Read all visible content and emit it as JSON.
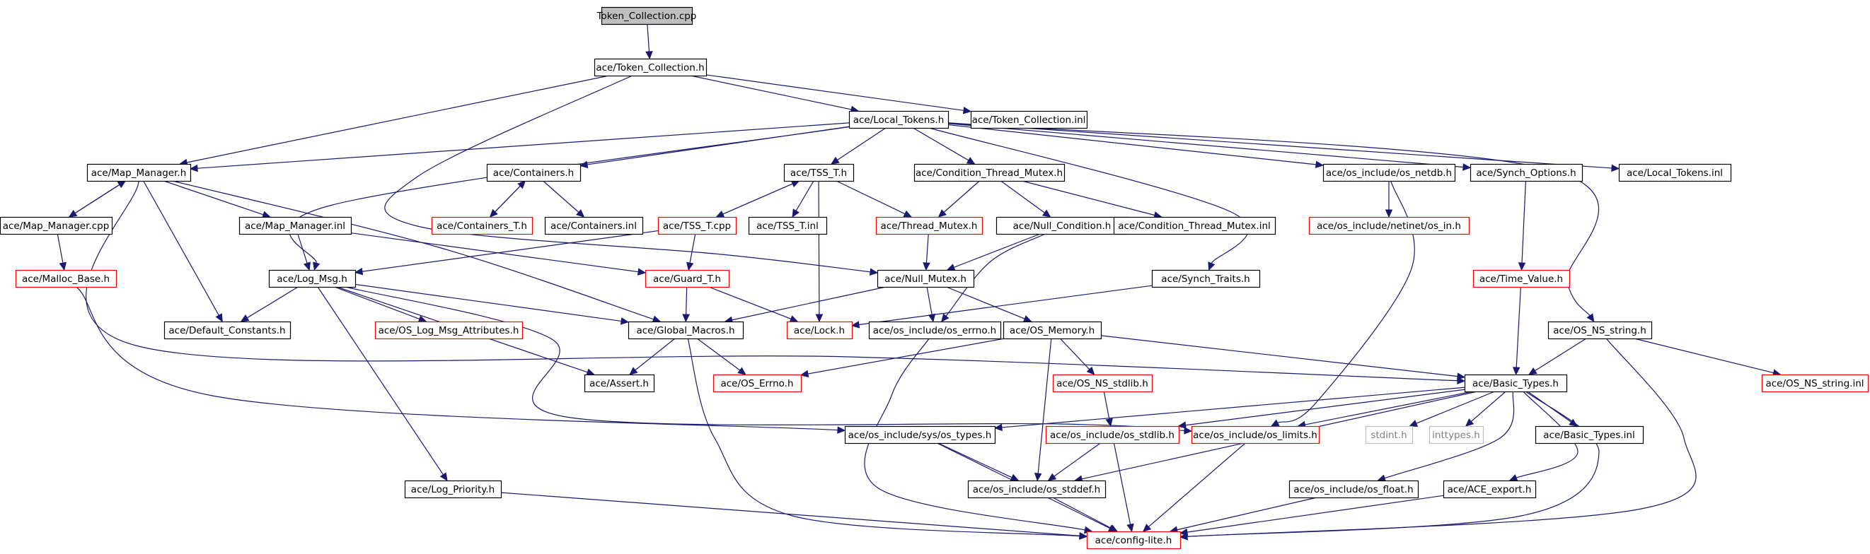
{
  "colors": {
    "edge": "#191970",
    "root_fill": "#bfbfbf",
    "border_normal": "#000000",
    "border_incomplete": "#ff0000",
    "border_external": "#bfbfbf",
    "text": "#000000",
    "text_external": "#808080"
  },
  "nodes": [
    {
      "id": "token_collection_cpp",
      "label": "Token_Collection.cpp",
      "kind": "root"
    },
    {
      "id": "token_collection_h",
      "label": "ace/Token_Collection.h",
      "kind": "normal"
    },
    {
      "id": "local_tokens_h",
      "label": "ace/Local_Tokens.h",
      "kind": "normal"
    },
    {
      "id": "token_collection_inl",
      "label": "ace/Token_Collection.inl",
      "kind": "normal"
    },
    {
      "id": "map_manager_h",
      "label": "ace/Map_Manager.h",
      "kind": "normal"
    },
    {
      "id": "containers_h",
      "label": "ace/Containers.h",
      "kind": "normal"
    },
    {
      "id": "tss_t_h",
      "label": "ace/TSS_T.h",
      "kind": "normal"
    },
    {
      "id": "condition_thread_mutex_h",
      "label": "ace/Condition_Thread_Mutex.h",
      "kind": "normal"
    },
    {
      "id": "os_netdb_h",
      "label": "ace/os_include/os_netdb.h",
      "kind": "normal"
    },
    {
      "id": "synch_options_h",
      "label": "ace/Synch_Options.h",
      "kind": "normal"
    },
    {
      "id": "local_tokens_inl",
      "label": "ace/Local_Tokens.inl",
      "kind": "normal"
    },
    {
      "id": "map_manager_cpp",
      "label": "ace/Map_Manager.cpp",
      "kind": "normal"
    },
    {
      "id": "map_manager_inl",
      "label": "ace/Map_Manager.inl",
      "kind": "normal"
    },
    {
      "id": "containers_t_h",
      "label": "ace/Containers_T.h",
      "kind": "incomplete"
    },
    {
      "id": "containers_inl",
      "label": "ace/Containers.inl",
      "kind": "normal"
    },
    {
      "id": "tss_t_cpp",
      "label": "ace/TSS_T.cpp",
      "kind": "incomplete"
    },
    {
      "id": "tss_t_inl",
      "label": "ace/TSS_T.inl",
      "kind": "normal"
    },
    {
      "id": "thread_mutex_h",
      "label": "ace/Thread_Mutex.h",
      "kind": "incomplete"
    },
    {
      "id": "null_condition_h",
      "label": "ace/Null_Condition.h",
      "kind": "normal"
    },
    {
      "id": "condition_thread_mutex_inl",
      "label": "ace/Condition_Thread_Mutex.inl",
      "kind": "normal"
    },
    {
      "id": "netinet_os_in_h",
      "label": "ace/os_include/netinet/os_in.h",
      "kind": "incomplete"
    },
    {
      "id": "malloc_base_h",
      "label": "ace/Malloc_Base.h",
      "kind": "incomplete"
    },
    {
      "id": "log_msg_h",
      "label": "ace/Log_Msg.h",
      "kind": "normal"
    },
    {
      "id": "guard_t_h",
      "label": "ace/Guard_T.h",
      "kind": "incomplete"
    },
    {
      "id": "null_mutex_h",
      "label": "ace/Null_Mutex.h",
      "kind": "normal"
    },
    {
      "id": "synch_traits_h",
      "label": "ace/Synch_Traits.h",
      "kind": "normal"
    },
    {
      "id": "time_value_h",
      "label": "ace/Time_Value.h",
      "kind": "incomplete"
    },
    {
      "id": "default_constants_h",
      "label": "ace/Default_Constants.h",
      "kind": "normal"
    },
    {
      "id": "os_log_msg_attributes_h",
      "label": "ace/OS_Log_Msg_Attributes.h",
      "kind": "incomplete"
    },
    {
      "id": "global_macros_h",
      "label": "ace/Global_Macros.h",
      "kind": "normal"
    },
    {
      "id": "lock_h",
      "label": "ace/Lock.h",
      "kind": "incomplete"
    },
    {
      "id": "os_errno_h",
      "label": "ace/os_include/os_errno.h",
      "kind": "normal"
    },
    {
      "id": "os_memory_h",
      "label": "ace/OS_Memory.h",
      "kind": "normal"
    },
    {
      "id": "os_ns_string_h",
      "label": "ace/OS_NS_string.h",
      "kind": "normal"
    },
    {
      "id": "assert_h",
      "label": "ace/Assert.h",
      "kind": "normal"
    },
    {
      "id": "os_errno_ace_h",
      "label": "ace/OS_Errno.h",
      "kind": "incomplete"
    },
    {
      "id": "os_ns_stdlib_h",
      "label": "ace/OS_NS_stdlib.h",
      "kind": "incomplete"
    },
    {
      "id": "basic_types_h",
      "label": "ace/Basic_Types.h",
      "kind": "normal"
    },
    {
      "id": "os_ns_string_inl",
      "label": "ace/OS_NS_string.inl",
      "kind": "incomplete"
    },
    {
      "id": "sys_os_types_h",
      "label": "ace/os_include/sys/os_types.h",
      "kind": "normal"
    },
    {
      "id": "os_stdlib_h",
      "label": "ace/os_include/os_stdlib.h",
      "kind": "incomplete"
    },
    {
      "id": "os_limits_h",
      "label": "ace/os_include/os_limits.h",
      "kind": "incomplete"
    },
    {
      "id": "stdint_h",
      "label": "stdint.h",
      "kind": "external"
    },
    {
      "id": "inttypes_h",
      "label": "inttypes.h",
      "kind": "external"
    },
    {
      "id": "basic_types_inl",
      "label": "ace/Basic_Types.inl",
      "kind": "normal"
    },
    {
      "id": "log_priority_h",
      "label": "ace/Log_Priority.h",
      "kind": "normal"
    },
    {
      "id": "os_stddef_h",
      "label": "ace/os_include/os_stddef.h",
      "kind": "normal"
    },
    {
      "id": "os_float_h",
      "label": "ace/os_include/os_float.h",
      "kind": "normal"
    },
    {
      "id": "ace_export_h",
      "label": "ace/ACE_export.h",
      "kind": "normal"
    },
    {
      "id": "config_lite_h",
      "label": "ace/config-lite.h",
      "kind": "incomplete"
    }
  ],
  "edges": [
    [
      "token_collection_cpp",
      "token_collection_h"
    ],
    [
      "token_collection_h",
      "map_manager_h"
    ],
    [
      "token_collection_h",
      "local_tokens_h"
    ],
    [
      "token_collection_h",
      "token_collection_inl"
    ],
    [
      "token_collection_h",
      "null_mutex_h"
    ],
    [
      "local_tokens_h",
      "map_manager_h"
    ],
    [
      "local_tokens_h",
      "containers_h"
    ],
    [
      "local_tokens_h",
      "tss_t_h"
    ],
    [
      "local_tokens_h",
      "condition_thread_mutex_h"
    ],
    [
      "local_tokens_h",
      "os_netdb_h"
    ],
    [
      "local_tokens_h",
      "synch_options_h"
    ],
    [
      "local_tokens_h",
      "local_tokens_inl"
    ],
    [
      "local_tokens_h",
      "log_msg_h"
    ],
    [
      "local_tokens_h",
      "synch_traits_h"
    ],
    [
      "local_tokens_h",
      "os_ns_string_h"
    ],
    [
      "map_manager_h",
      "map_manager_cpp"
    ],
    [
      "map_manager_cpp",
      "map_manager_h"
    ],
    [
      "map_manager_h",
      "map_manager_inl"
    ],
    [
      "map_manager_h",
      "default_constants_h"
    ],
    [
      "map_manager_h",
      "global_macros_h"
    ],
    [
      "map_manager_h",
      "basic_types_h"
    ],
    [
      "map_manager_cpp",
      "malloc_base_h"
    ],
    [
      "map_manager_inl",
      "log_msg_h"
    ],
    [
      "map_manager_inl",
      "guard_t_h"
    ],
    [
      "containers_h",
      "containers_t_h"
    ],
    [
      "containers_t_h",
      "containers_h"
    ],
    [
      "containers_h",
      "containers_inl"
    ],
    [
      "tss_t_h",
      "tss_t_cpp"
    ],
    [
      "tss_t_cpp",
      "tss_t_h"
    ],
    [
      "tss_t_h",
      "tss_t_inl"
    ],
    [
      "tss_t_h",
      "thread_mutex_h"
    ],
    [
      "tss_t_h",
      "lock_h"
    ],
    [
      "tss_t_cpp",
      "log_msg_h"
    ],
    [
      "tss_t_cpp",
      "guard_t_h"
    ],
    [
      "condition_thread_mutex_h",
      "thread_mutex_h"
    ],
    [
      "condition_thread_mutex_h",
      "null_condition_h"
    ],
    [
      "condition_thread_mutex_h",
      "condition_thread_mutex_inl"
    ],
    [
      "thread_mutex_h",
      "null_mutex_h"
    ],
    [
      "null_condition_h",
      "null_mutex_h"
    ],
    [
      "null_condition_h",
      "os_errno_h"
    ],
    [
      "os_netdb_h",
      "netinet_os_in_h"
    ],
    [
      "os_netdb_h",
      "os_limits_h"
    ],
    [
      "synch_options_h",
      "time_value_h"
    ],
    [
      "malloc_base_h",
      "sys_os_types_h"
    ],
    [
      "log_msg_h",
      "default_constants_h"
    ],
    [
      "log_msg_h",
      "os_log_msg_attributes_h"
    ],
    [
      "log_msg_h",
      "global_macros_h"
    ],
    [
      "log_msg_h",
      "assert_h"
    ],
    [
      "log_msg_h",
      "log_priority_h"
    ],
    [
      "log_msg_h",
      "os_limits_h"
    ],
    [
      "guard_t_h",
      "lock_h"
    ],
    [
      "guard_t_h",
      "global_macros_h"
    ],
    [
      "null_mutex_h",
      "global_macros_h"
    ],
    [
      "null_mutex_h",
      "os_errno_h"
    ],
    [
      "null_mutex_h",
      "os_memory_h"
    ],
    [
      "synch_traits_h",
      "lock_h"
    ],
    [
      "time_value_h",
      "basic_types_h"
    ],
    [
      "global_macros_h",
      "assert_h"
    ],
    [
      "global_macros_h",
      "os_errno_ace_h"
    ],
    [
      "global_macros_h",
      "config_lite_h"
    ],
    [
      "os_errno_h",
      "config_lite_h"
    ],
    [
      "os_memory_h",
      "os_errno_ace_h"
    ],
    [
      "os_memory_h",
      "os_ns_stdlib_h"
    ],
    [
      "os_memory_h",
      "basic_types_h"
    ],
    [
      "os_memory_h",
      "os_stddef_h"
    ],
    [
      "os_ns_string_h",
      "basic_types_h"
    ],
    [
      "os_ns_string_h",
      "os_ns_string_inl"
    ],
    [
      "os_ns_string_h",
      "config_lite_h"
    ],
    [
      "os_ns_stdlib_h",
      "os_stdlib_h"
    ],
    [
      "basic_types_h",
      "sys_os_types_h"
    ],
    [
      "basic_types_h",
      "os_stdlib_h"
    ],
    [
      "basic_types_h",
      "os_limits_h"
    ],
    [
      "basic_types_h",
      "stdint_h"
    ],
    [
      "basic_types_h",
      "inttypes_h"
    ],
    [
      "basic_types_h",
      "basic_types_inl"
    ],
    [
      "basic_types_h",
      "os_stddef_h"
    ],
    [
      "basic_types_h",
      "os_float_h"
    ],
    [
      "basic_types_h",
      "ace_export_h"
    ],
    [
      "basic_types_h",
      "config_lite_h"
    ],
    [
      "sys_os_types_h",
      "os_stddef_h"
    ],
    [
      "sys_os_types_h",
      "config_lite_h"
    ],
    [
      "os_stdlib_h",
      "os_stddef_h"
    ],
    [
      "os_stdlib_h",
      "config_lite_h"
    ],
    [
      "os_limits_h",
      "config_lite_h"
    ],
    [
      "log_priority_h",
      "config_lite_h"
    ],
    [
      "os_stddef_h",
      "config_lite_h"
    ],
    [
      "os_float_h",
      "config_lite_h"
    ],
    [
      "ace_export_h",
      "config_lite_h"
    ]
  ]
}
